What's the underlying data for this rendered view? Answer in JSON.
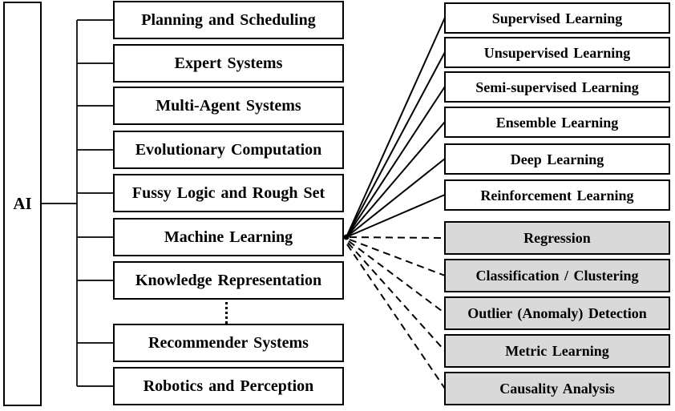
{
  "root": {
    "label": "AI"
  },
  "ai_branches": [
    {
      "label": "Planning and Scheduling"
    },
    {
      "label": "Expert Systems"
    },
    {
      "label": "Multi-Agent Systems"
    },
    {
      "label": "Evolutionary Computation"
    },
    {
      "label": "Fussy Logic and Rough Set"
    },
    {
      "label": "Machine Learning"
    },
    {
      "label": "Knowledge Representation"
    },
    {
      "label": "Recommender Systems"
    },
    {
      "label": "Robotics and Perception"
    }
  ],
  "ml_methods": [
    {
      "label": "Supervised Learning"
    },
    {
      "label": "Unsupervised Learning"
    },
    {
      "label": "Semi-supervised Learning"
    },
    {
      "label": "Ensemble Learning"
    },
    {
      "label": "Deep Learning"
    },
    {
      "label": "Reinforcement Learning"
    }
  ],
  "ml_tasks": [
    {
      "label": "Regression"
    },
    {
      "label": "Classification / Clustering"
    },
    {
      "label": "Outlier (Anomaly) Detection"
    },
    {
      "label": "Metric Learning"
    },
    {
      "label": "Causality Analysis"
    }
  ],
  "icons": {
    "more_branches": "vertical-ellipsis-dots"
  },
  "colors": {
    "node_fill": "#ffffff",
    "task_node_fill": "#d9d9d9",
    "border": "#000000",
    "connector": "#000000",
    "background": "#ffffff"
  }
}
